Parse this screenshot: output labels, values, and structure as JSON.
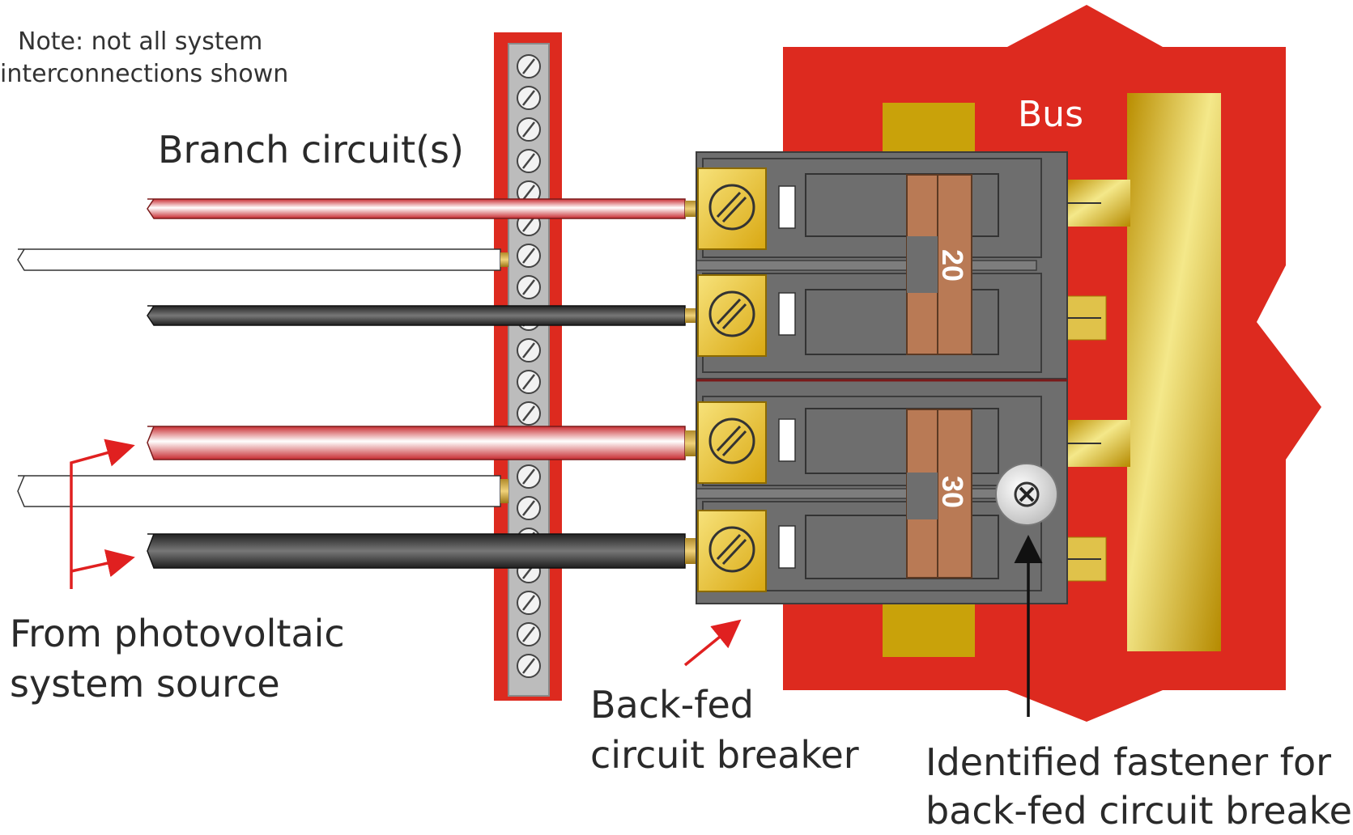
{
  "labels": {
    "note_line1": "Note: not all system",
    "note_line2": "interconnections shown",
    "branch_circuits": "Branch circuit(s)",
    "pv_line1": "From photovoltaic",
    "pv_line2": "system source",
    "backfed_line1": "Back-fed",
    "backfed_line2": "circuit breaker",
    "fastener_line1": "Identified fastener for",
    "fastener_line2": "back-fed circuit breaker",
    "bus": "Bus"
  },
  "breakers": [
    {
      "rating": "20"
    },
    {
      "rating": "30"
    }
  ],
  "colors": {
    "panel_red": "#dd2a1f",
    "bus_gold": "#c9a20a",
    "breaker_gray": "#6e6e6e",
    "handle_brown": "#b97a55",
    "terminal_gold": "#e8bf2a",
    "wire_red": "#d9474a",
    "wire_black": "#2c2c2c",
    "wire_white": "#ffffff",
    "arrow_red": "#e02020"
  }
}
